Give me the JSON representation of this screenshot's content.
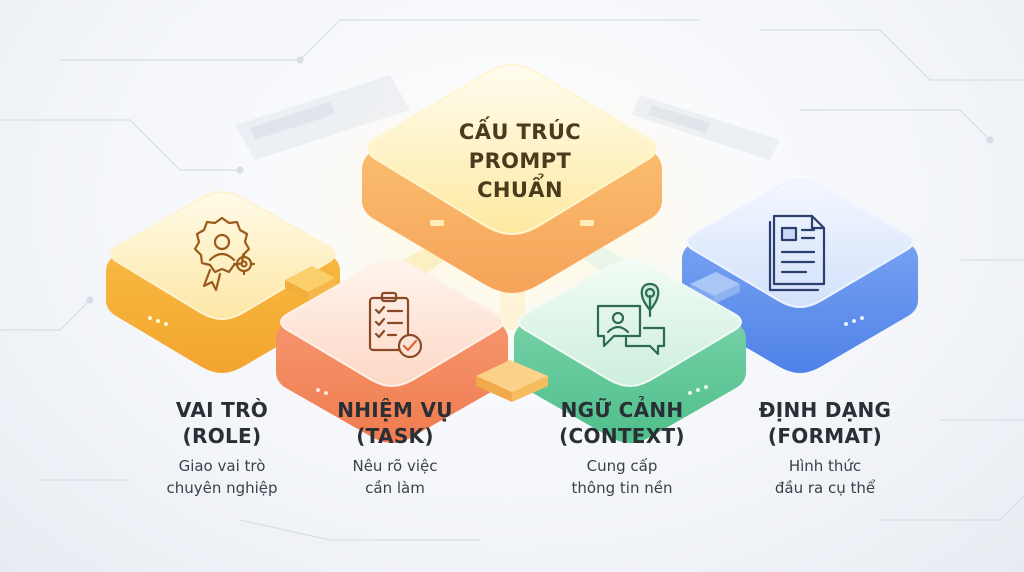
{
  "center": {
    "line1": "CẤU TRÚC",
    "line2": "PROMPT",
    "line3": "CHUẨN"
  },
  "items": [
    {
      "title1": "VAI TRÒ",
      "title2": "(ROLE)",
      "desc1": "Giao vai trò",
      "desc2": "chuyên nghiệp",
      "icon": "award-person-icon",
      "color": "#f7b23b"
    },
    {
      "title1": "NHIỆM VỤ",
      "title2": "(TASK)",
      "desc1": "Nêu rõ việc",
      "desc2": "cần làm",
      "icon": "clipboard-check-icon",
      "color": "#f48a5c"
    },
    {
      "title1": "NGỮ CẢNH",
      "title2": "(CONTEXT)",
      "desc1": "Cung cấp",
      "desc2": "thông tin nền",
      "icon": "chat-location-icon",
      "color": "#5ec79a"
    },
    {
      "title1": "ĐỊNH DẠNG",
      "title2": "(FORMAT)",
      "desc1": "Hình thức",
      "desc2": "đầu ra cụ thể",
      "icon": "document-icon",
      "color": "#5b8ff0"
    }
  ]
}
